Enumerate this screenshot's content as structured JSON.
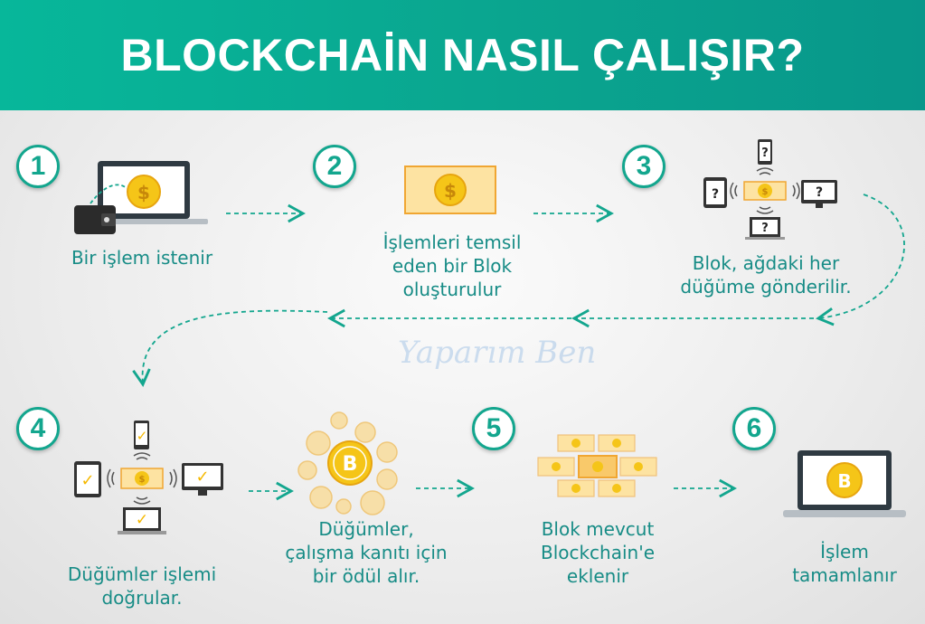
{
  "title": "BLOCKCHAİN NASIL ÇALIŞIR?",
  "steps": [
    {
      "number": "1",
      "lines": [
        "Bir işlem istenir"
      ]
    },
    {
      "number": "2",
      "lines": [
        "İşlemleri temsil",
        "eden bir Blok",
        "oluşturulur"
      ]
    },
    {
      "number": "3",
      "lines": [
        "Blok, ağdaki her",
        "düğüme gönderilir."
      ]
    },
    {
      "number": "4",
      "lines": [
        "Düğümler işlemi",
        "doğrular."
      ]
    },
    {
      "number": "",
      "lines": [
        "Düğümler,",
        "çalışma kanıtı için",
        "bir ödül alır."
      ]
    },
    {
      "number": "5",
      "lines": [
        "Blok mevcut",
        "Blockchain'e",
        "eklenir"
      ]
    },
    {
      "number": "6",
      "lines": [
        "İşlem",
        "tamamlanır"
      ]
    }
  ],
  "icons": {
    "dollar": "$",
    "bitcoin": "B",
    "question": "?",
    "check": "✓"
  },
  "watermark": "Yaparım Ben",
  "colors": {
    "teal": "#13a68e",
    "text": "#178c86",
    "gold": "#f5c518",
    "orange": "#f0a632"
  }
}
